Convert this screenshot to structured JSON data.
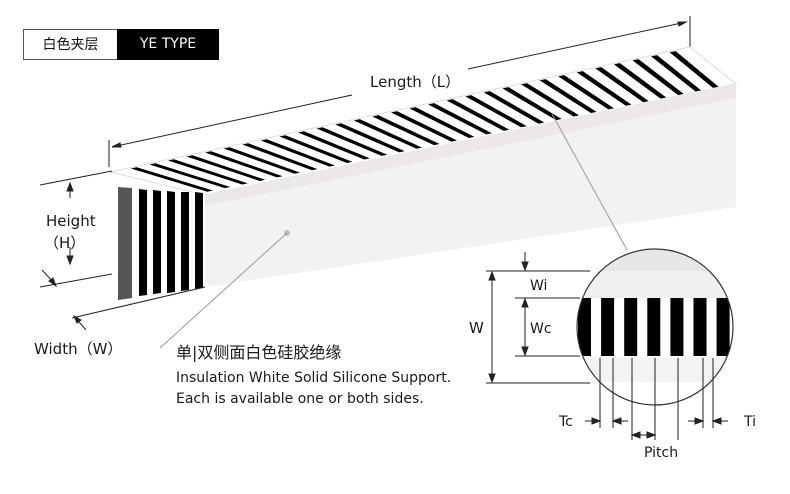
{
  "header": {
    "tab_chinese": "白色夹层",
    "tab_type": "YE TYPE"
  },
  "labels": {
    "length": "Length（L）",
    "height": "Height",
    "height_symbol": "（H）",
    "width": "Width（W）",
    "wi": "Wi",
    "w": "W",
    "wc": "Wc",
    "tc": "Tc",
    "ti": "Ti",
    "pitch": "Pitch"
  },
  "description": {
    "chinese": "单|双侧面白色硅胶绝缘",
    "line1": "Insulation White Solid Silicone Support.",
    "line2": "Each is available one or both sides."
  },
  "colors": {
    "conductor": "#000000",
    "insulation": "#f2f2f2",
    "side_shadow": "#ece8ea",
    "end_face_dark": "#555555"
  }
}
